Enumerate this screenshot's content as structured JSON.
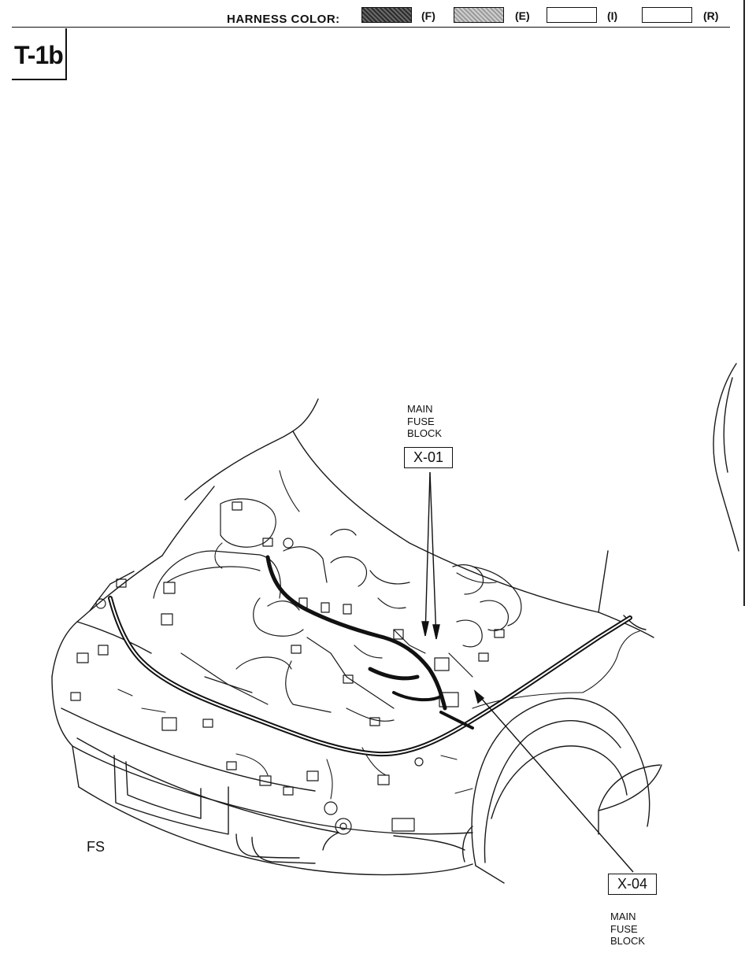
{
  "legend": {
    "title": "HARNESS COLOR:",
    "entries": [
      {
        "code": "(F)",
        "fill": "#4a4a4a"
      },
      {
        "code": "(E)",
        "fill": "#b5b5b5"
      },
      {
        "code": "(I)",
        "fill": "#ffffff"
      },
      {
        "code": "(R)",
        "fill": "#ffffff"
      }
    ]
  },
  "page_code": "T-1b",
  "callouts": [
    {
      "id": "X-01",
      "label": "MAIN\nFUSE\nBLOCK"
    },
    {
      "id": "X-04",
      "label": "MAIN\nFUSE\nBLOCK"
    }
  ],
  "variant_label": "FS"
}
